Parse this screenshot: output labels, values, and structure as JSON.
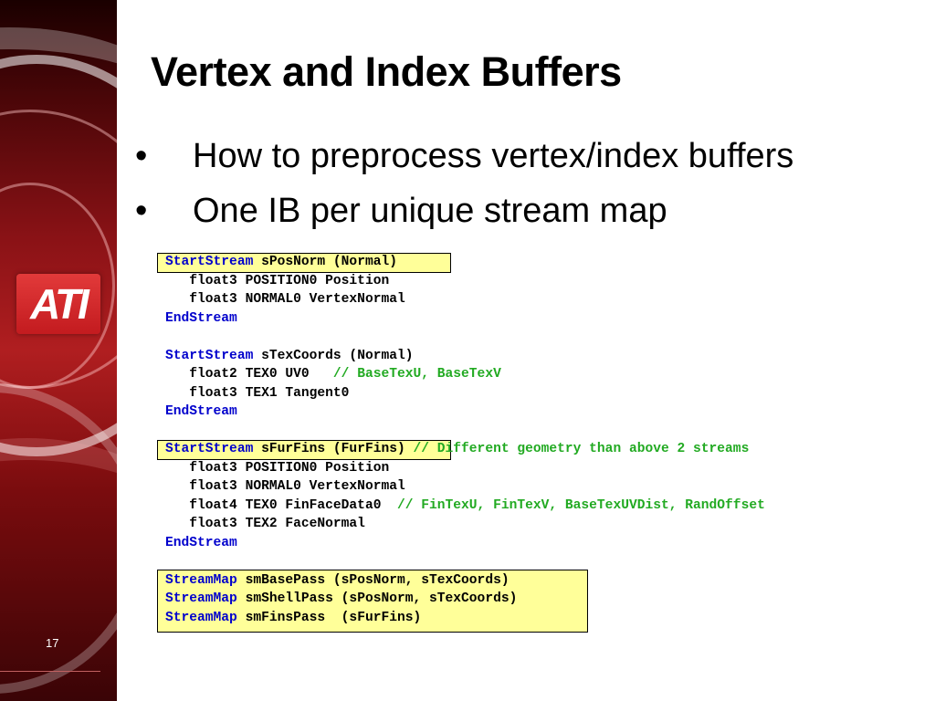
{
  "slide": {
    "title": "Vertex and Index Buffers",
    "page_number": "17",
    "logo_text": "ATI",
    "bullets": [
      {
        "marker": "•",
        "text": "How to preprocess vertex/index buffers"
      },
      {
        "marker": "•",
        "text": "One IB per unique stream map"
      }
    ]
  },
  "code": {
    "lines": [
      {
        "kw": "StartStream",
        "rest": " sPosNorm (Normal)",
        "comment": ""
      },
      {
        "kw": "",
        "rest": "   float3 POSITION0 Position",
        "comment": ""
      },
      {
        "kw": "",
        "rest": "   float3 NORMAL0 VertexNormal",
        "comment": ""
      },
      {
        "kw": "EndStream",
        "rest": "",
        "comment": ""
      },
      {
        "kw": "",
        "rest": "",
        "comment": ""
      },
      {
        "kw": "StartStream",
        "rest": " sTexCoords (Normal)",
        "comment": ""
      },
      {
        "kw": "",
        "rest": "   float2 TEX0 UV0   ",
        "comment": "// BaseTexU, BaseTexV"
      },
      {
        "kw": "",
        "rest": "   float3 TEX1 Tangent0",
        "comment": ""
      },
      {
        "kw": "EndStream",
        "rest": "",
        "comment": ""
      },
      {
        "kw": "",
        "rest": "",
        "comment": ""
      },
      {
        "kw": "StartStream",
        "rest": " sFurFins (FurFins) ",
        "comment": "// Different geometry than above 2 streams"
      },
      {
        "kw": "",
        "rest": "   float3 POSITION0 Position",
        "comment": ""
      },
      {
        "kw": "",
        "rest": "   float3 NORMAL0 VertexNormal",
        "comment": ""
      },
      {
        "kw": "",
        "rest": "   float4 TEX0 FinFaceData0  ",
        "comment": "// FinTexU, FinTexV, BaseTexUVDist, RandOffset"
      },
      {
        "kw": "",
        "rest": "   float3 TEX2 FaceNormal",
        "comment": ""
      },
      {
        "kw": "EndStream",
        "rest": "",
        "comment": ""
      },
      {
        "kw": "",
        "rest": "",
        "comment": ""
      },
      {
        "kw": "StreamMap",
        "rest": " smBasePass (sPosNorm, sTexCoords)",
        "comment": ""
      },
      {
        "kw": "StreamMap",
        "rest": " smShellPass (sPosNorm, sTexCoords)",
        "comment": ""
      },
      {
        "kw": "StreamMap",
        "rest": " smFinsPass  (sFurFins)",
        "comment": ""
      }
    ]
  },
  "colors": {
    "keyword": "#0000cc",
    "comment": "#22aa22",
    "highlight_box": "#ffff99",
    "sidebar": "#8a1216"
  }
}
